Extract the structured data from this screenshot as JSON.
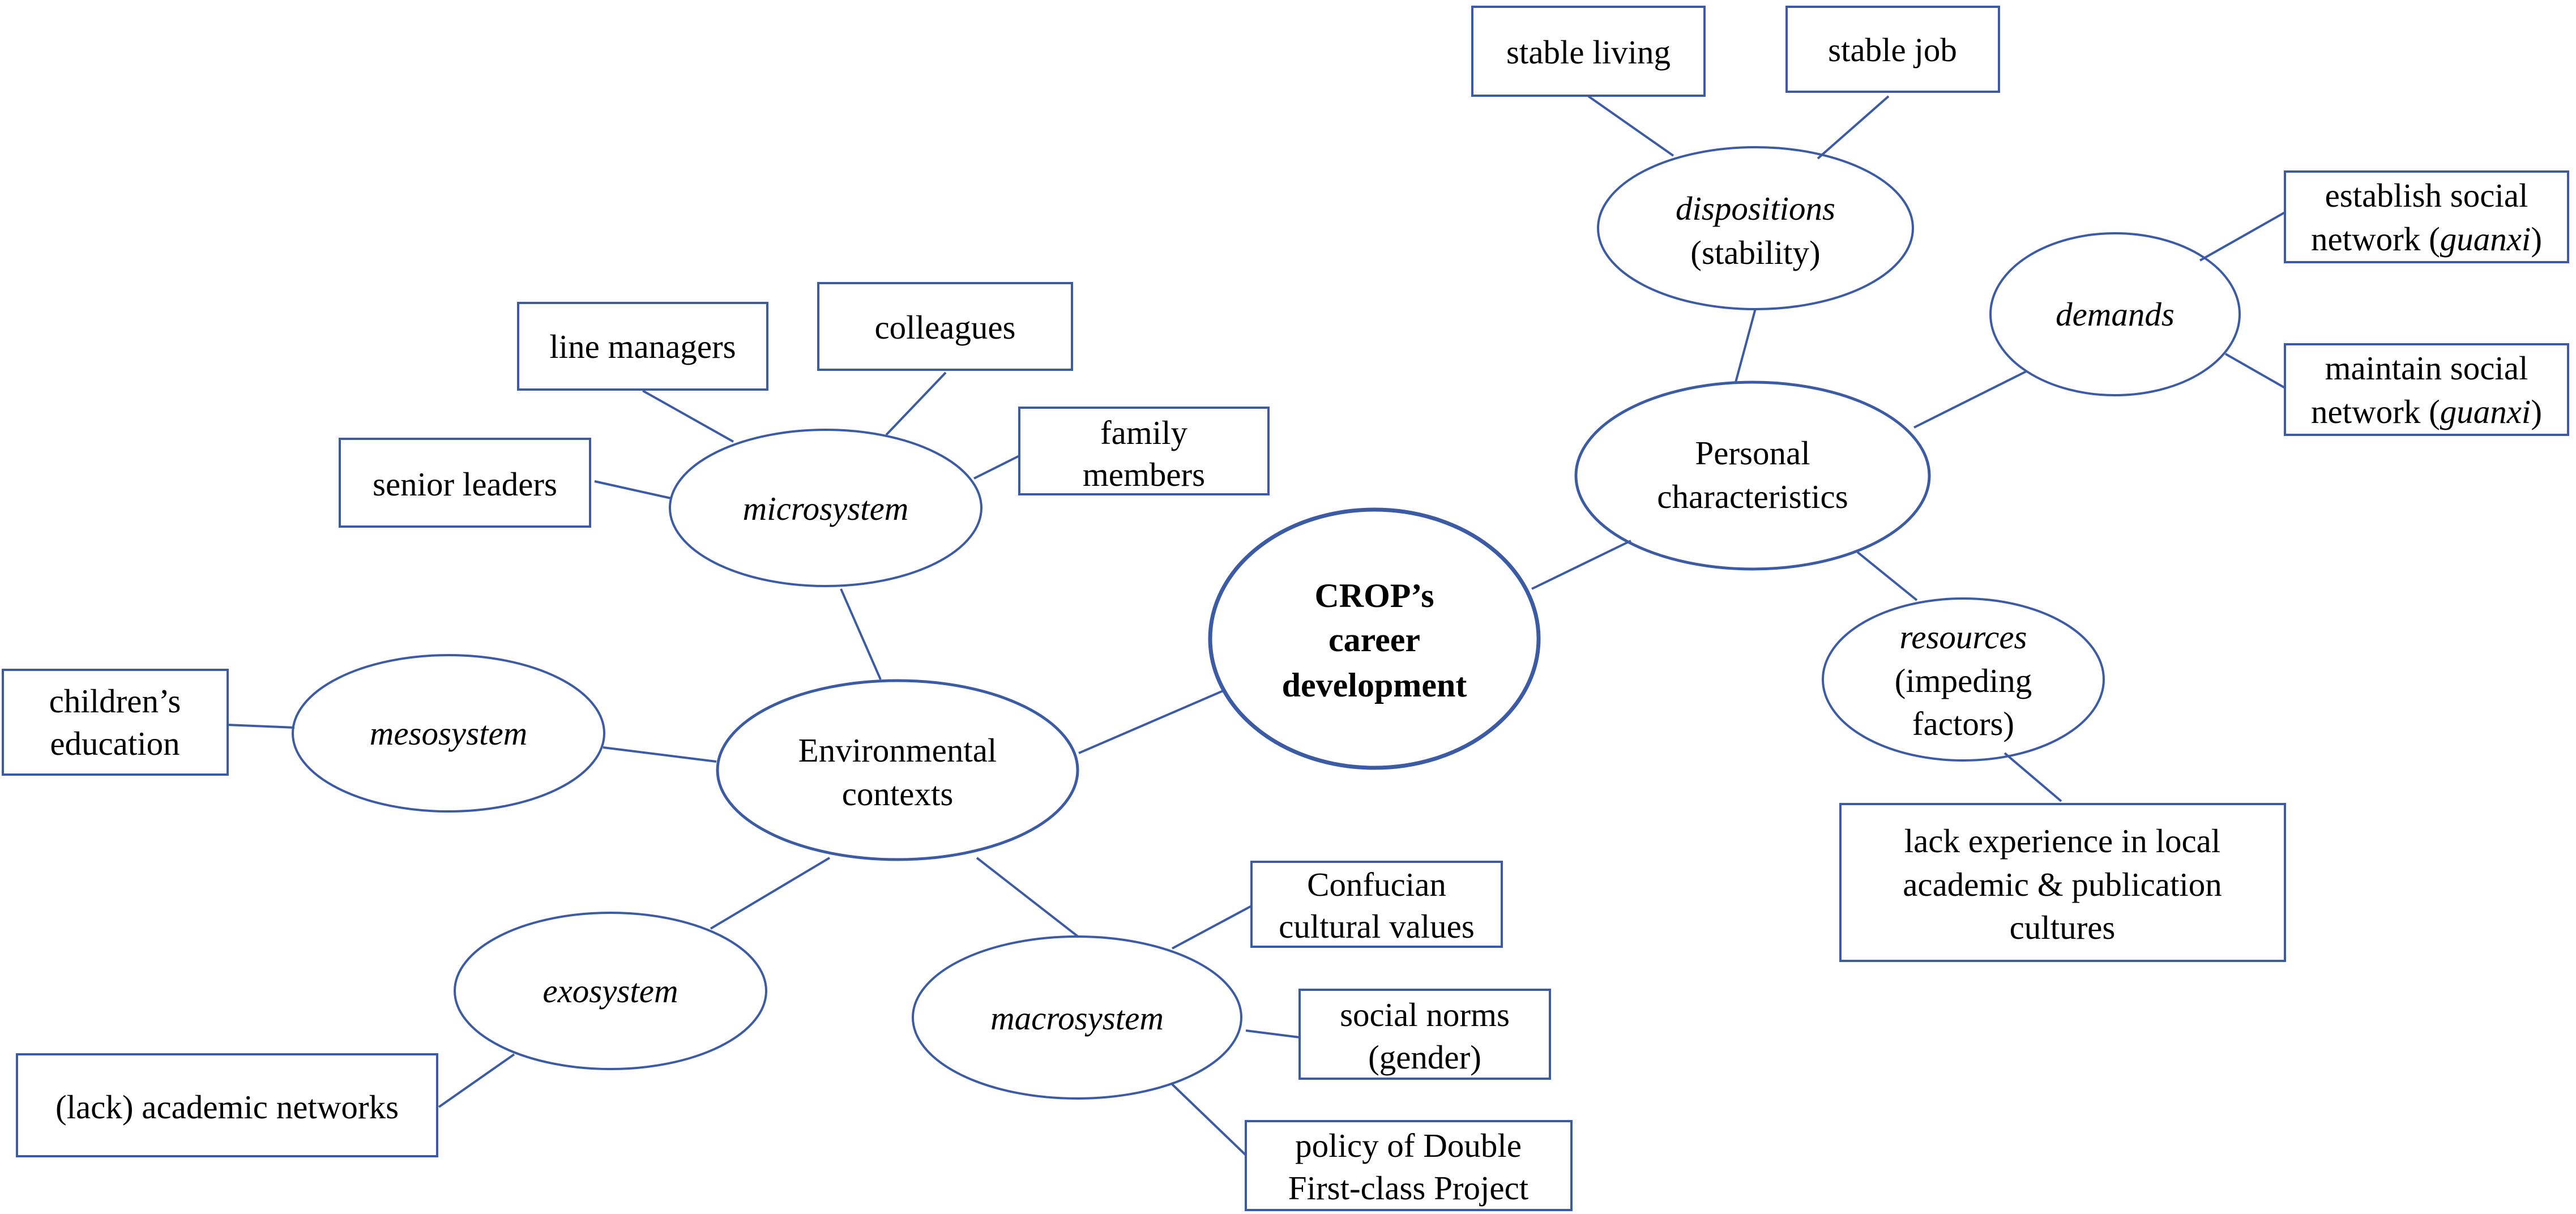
{
  "colors": {
    "stroke": "#3b5ba5",
    "text": "#000000",
    "background": "#ffffff"
  },
  "center": {
    "lines": [
      "CROP’s",
      "career",
      "development"
    ]
  },
  "hubs": {
    "environmental": {
      "lines": [
        "Environmental",
        "contexts"
      ]
    },
    "personal": {
      "lines": [
        "Personal",
        "characteristics"
      ]
    }
  },
  "systems": {
    "microsystem": "microsystem",
    "mesosystem": "mesosystem",
    "exosystem": "exosystem",
    "macrosystem": "macrosystem"
  },
  "personal_nodes": {
    "dispositions": {
      "label": "dispositions",
      "sub": "(stability)"
    },
    "demands": {
      "label": "demands"
    },
    "resources": {
      "label": "resources",
      "sub1": "(impeding",
      "sub2": "factors)"
    }
  },
  "boxes": {
    "line_managers": "line managers",
    "colleagues": "colleagues",
    "senior_leaders": "senior leaders",
    "family_members": [
      "family",
      "members"
    ],
    "childrens_education": [
      "children’s",
      "education"
    ],
    "academic_networks": "(lack) academic networks",
    "confucian": [
      "Confucian",
      "cultural values"
    ],
    "social_norms": [
      "social norms",
      "(gender)"
    ],
    "policy": [
      "policy of Double",
      "First-class Project"
    ],
    "stable_living": "stable living",
    "stable_job": "stable job",
    "establish": {
      "line1": "establish social",
      "line2_pre": "network (",
      "line2_ital": "guanxi",
      "line2_post": ")"
    },
    "maintain": {
      "line1": "maintain social",
      "line2_pre": "network (",
      "line2_ital": "guanxi",
      "line2_post": ")"
    },
    "lack_experience": [
      "lack experience in local",
      "academic & publication",
      "cultures"
    ]
  }
}
